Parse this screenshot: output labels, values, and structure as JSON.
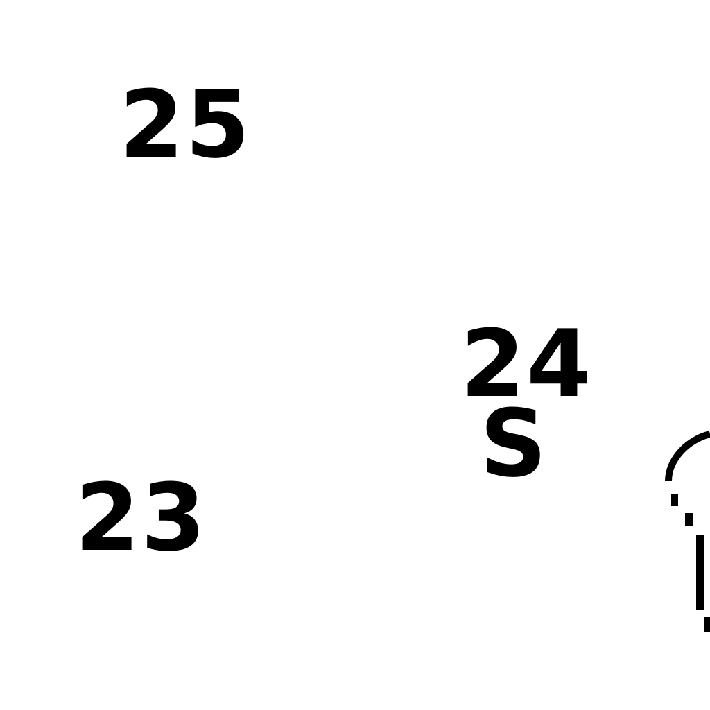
{
  "labels": {
    "label_25": "25",
    "label_24": "24",
    "label_s": "S",
    "label_23": "23"
  },
  "colors": {
    "ink": "#000000",
    "background": "#ffffff"
  }
}
